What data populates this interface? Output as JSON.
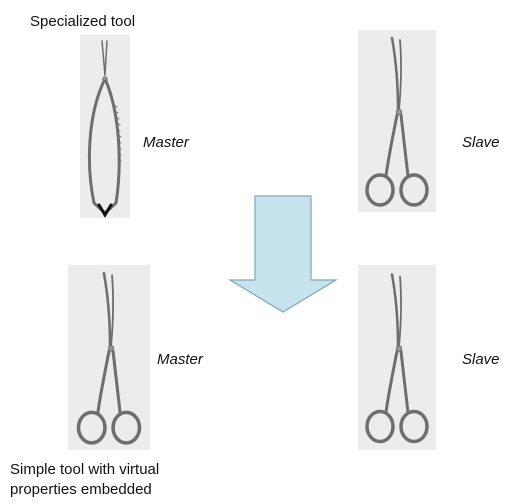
{
  "top_caption": "Specialized tool",
  "bottom_caption_line1": "Simple tool with virtual",
  "bottom_caption_line2": "properties embedded",
  "labels": {
    "top_left": "Master",
    "top_right": "Slave",
    "bottom_left": "Master",
    "bottom_right": "Slave"
  },
  "colors": {
    "arrow_fill": "#c6e3ee",
    "arrow_stroke": "#7fa8b8",
    "photo_bg": "#ececec",
    "metal": "#6e6e6e"
  },
  "icons": {
    "specialized_tool": "spring-scissors-icon",
    "simple_tool": "surgical-scissors-icon",
    "arrow": "down-arrow-icon"
  }
}
